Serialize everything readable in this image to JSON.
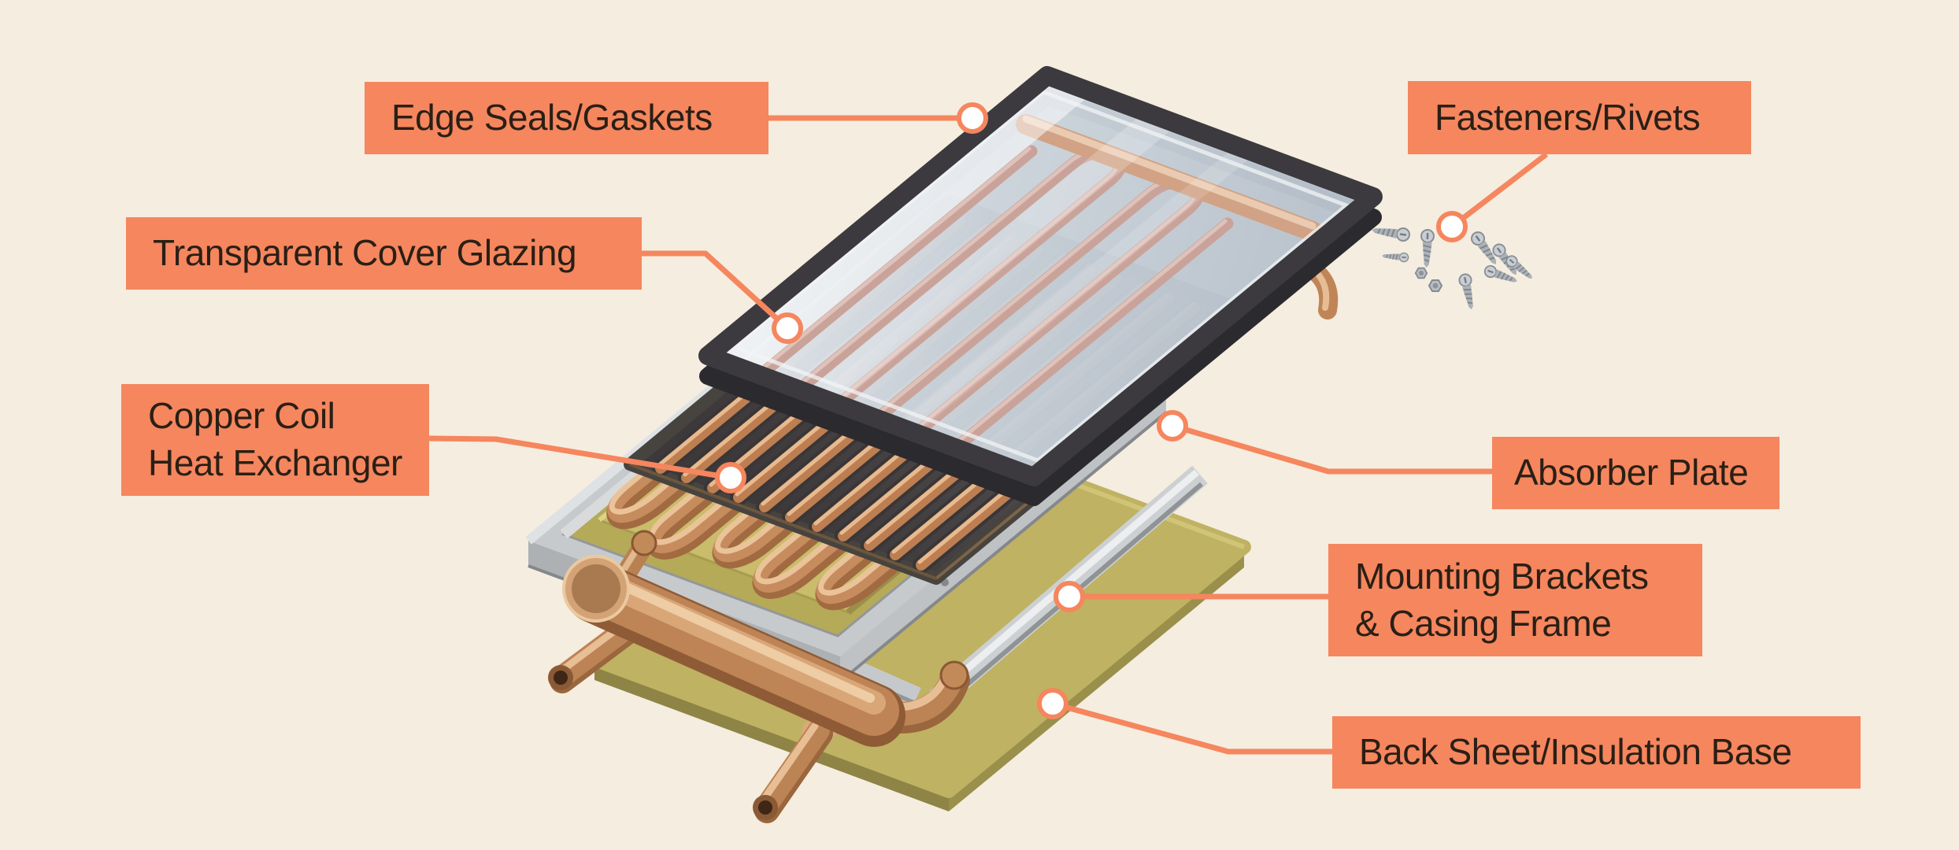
{
  "canvas": {
    "background_color": "#F5EDDF",
    "accent_color": "#F5865E",
    "label_text_color": "#2A1F15"
  },
  "labels": {
    "edge_seals": "Edge Seals/Gaskets",
    "fasteners": "Fasteners/Rivets",
    "cover_glazing": "Transparent Cover Glazing",
    "copper_coil": "Copper Coil\nHeat Exchanger",
    "absorber_plate": "Absorber Plate",
    "mounting_brackets": "Mounting Brackets\n& Casing Frame",
    "back_sheet": "Back Sheet/Insulation Base"
  }
}
